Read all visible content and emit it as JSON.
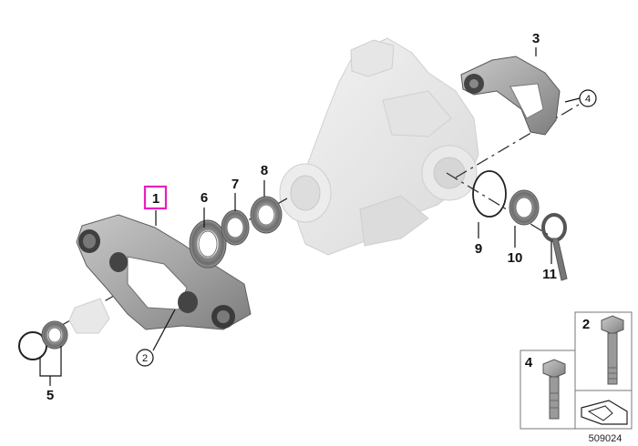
{
  "callouts": {
    "c1": "1",
    "c2": "2",
    "c3": "3",
    "c4": "4",
    "c5": "5",
    "c6": "6",
    "c7": "7",
    "c8": "8",
    "c9": "9",
    "c10": "10",
    "c11": "11"
  },
  "legend": {
    "part2": "2",
    "part4": "4"
  },
  "diagram_id": "509024",
  "colors": {
    "highlight": "#e81fbd",
    "part_gray": "#8f8f8f",
    "ghost_gray": "#e2e2e2"
  }
}
